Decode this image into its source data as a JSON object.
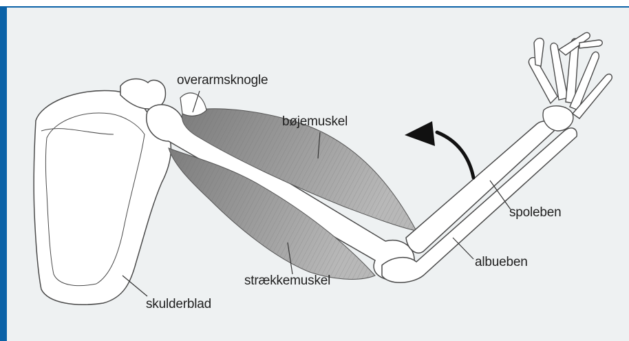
{
  "labels": {
    "overarmsknogle": "overarmsknogle",
    "bojemuskel": "bøjemuskel",
    "spoleben": "spoleben",
    "albueben": "albueben",
    "straekkemuskel": "strækkemuskel",
    "skulderblad": "skulderblad"
  },
  "colors": {
    "accent_bar": "#0b62a7",
    "background": "#eef1f2",
    "bone_fill": "#ffffff",
    "outline": "#4a4a4a",
    "muscle": "#8a8a8a",
    "arrow": "#111111"
  },
  "icons": {
    "flex_arrow": "curved-arrow-up-left"
  }
}
